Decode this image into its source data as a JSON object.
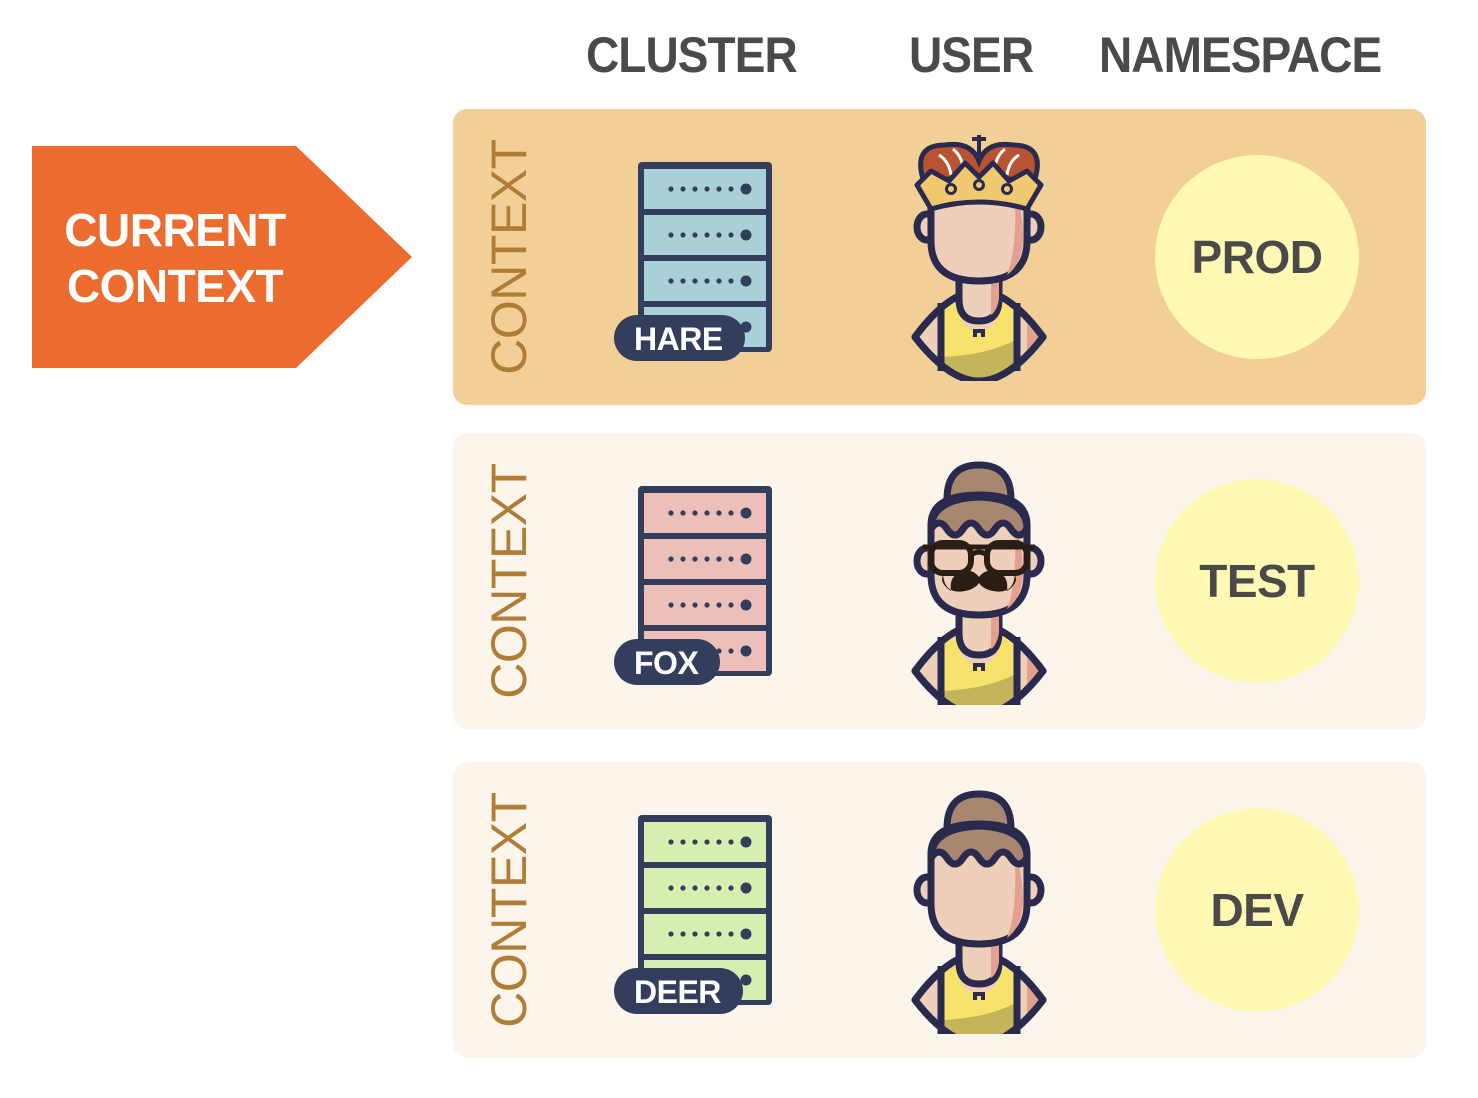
{
  "headers": {
    "cluster": "CLUSTER",
    "user": "USER",
    "namespace": "NAMESPACE"
  },
  "current_context_marker": {
    "line1": "CURRENT",
    "line2": "CONTEXT",
    "color": "#ec6c2f",
    "points_to_row": 0
  },
  "contexts": [
    {
      "label": "CONTEXT",
      "active": true,
      "cluster": {
        "name": "HARE",
        "icon": "server-rack-icon",
        "color": "#a8d0d6"
      },
      "user": {
        "icon": "king-user-avatar-icon",
        "accessory": "crown"
      },
      "namespace": "PROD"
    },
    {
      "label": "CONTEXT",
      "active": false,
      "cluster": {
        "name": "FOX",
        "icon": "server-rack-icon",
        "color": "#ecc0b9"
      },
      "user": {
        "icon": "hipster-user-avatar-icon",
        "accessory": "glasses-and-mustache"
      },
      "namespace": "TEST"
    },
    {
      "label": "CONTEXT",
      "active": false,
      "cluster": {
        "name": "DEER",
        "icon": "server-rack-icon",
        "color": "#d8edb0"
      },
      "user": {
        "icon": "user-avatar-icon",
        "accessory": "none"
      },
      "namespace": "DEV"
    }
  ],
  "colors": {
    "active_row": "#f2cf97",
    "inactive_row": "#fcf5ec",
    "context_label": "#b07d36",
    "namespace_circle": "#fff9b4",
    "badge": "#323e5c",
    "text_dark": "#4a4a4a"
  }
}
